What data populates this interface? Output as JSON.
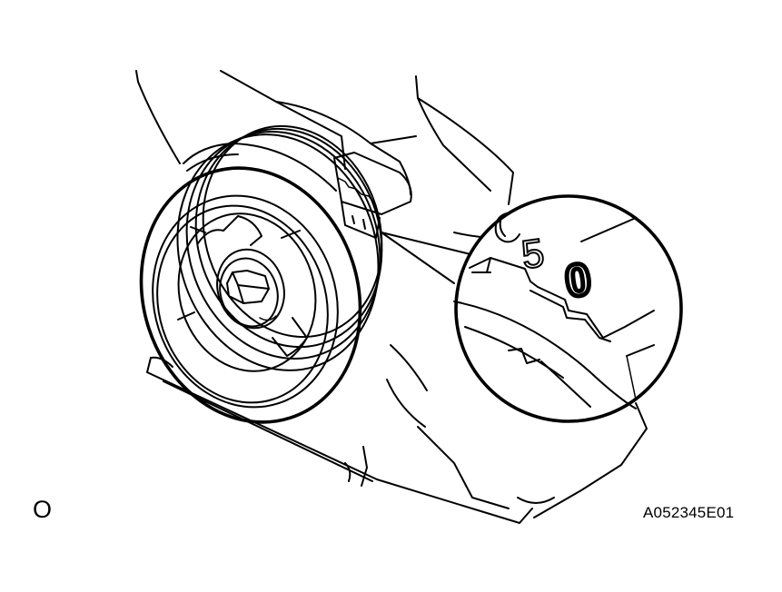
{
  "figure": {
    "view_label": "O",
    "figure_id": "A052345E01"
  },
  "callout": {
    "mark_glyph_1": "5",
    "mark_glyph_2": "0"
  }
}
